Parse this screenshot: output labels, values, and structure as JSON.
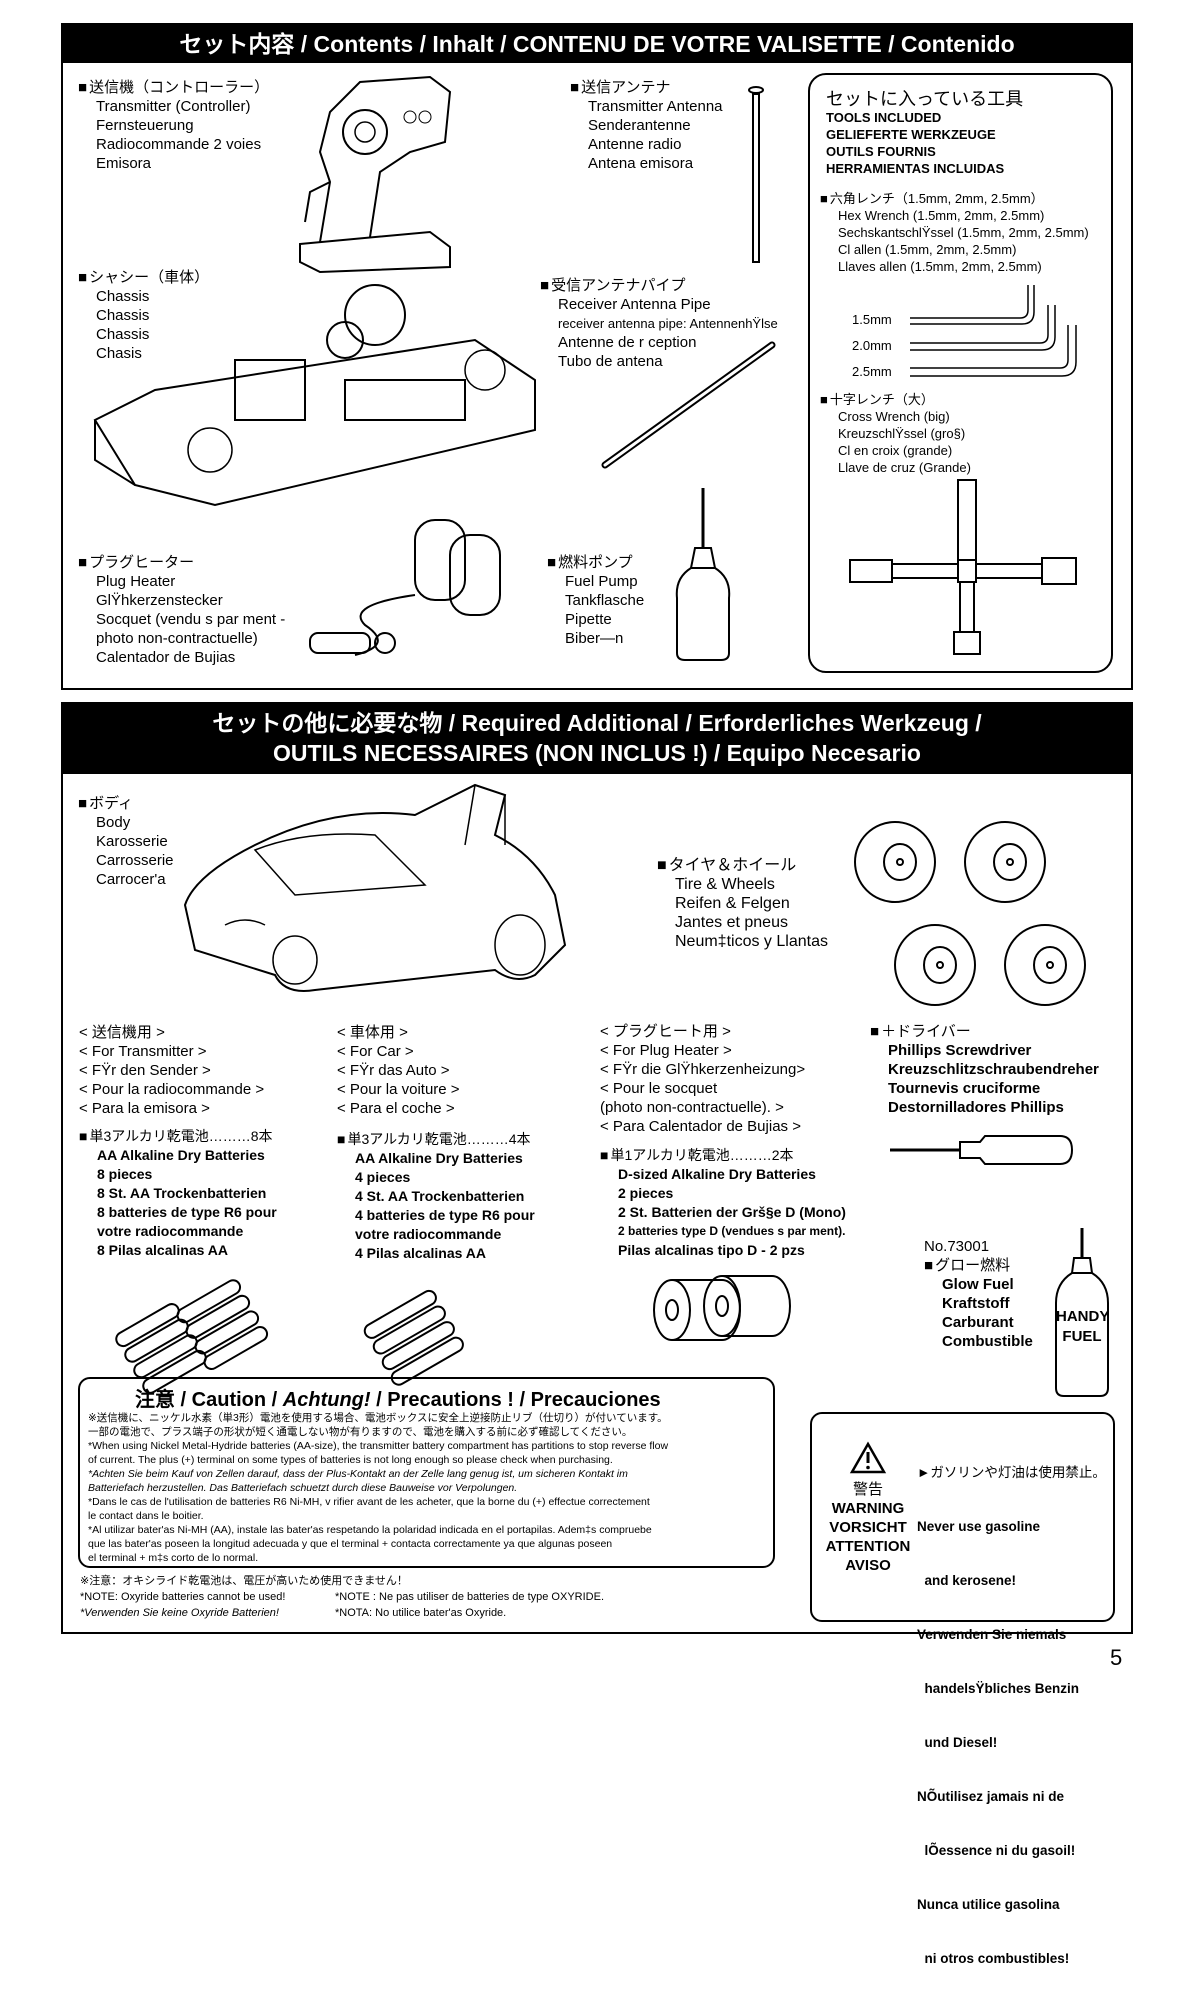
{
  "contents": {
    "title": "セット内容 / Contents / Inhalt  / CONTENU DE VOTRE VALISETTE / Contenido",
    "transmitter": {
      "head": "送信機（コントローラー）",
      "lines": [
        "Transmitter (Controller)",
        "Fernsteuerung",
        "Radiocommande 2 voies",
        "Emisora"
      ]
    },
    "antenna": {
      "head": "送信アンテナ",
      "lines": [
        "Transmitter Antenna",
        "Senderantenne",
        "Antenne radio",
        "Antena emisora"
      ]
    },
    "chassis": {
      "head": "シャシー（車体）",
      "lines": [
        "Chassis",
        "Chassis",
        "Chassis",
        "Chasis"
      ]
    },
    "pipe": {
      "head": "受信アンテナパイプ",
      "lines": [
        "Receiver Antenna Pipe",
        "receiver antenna pipe: AntennenhŸlse",
        "Antenne de r ception",
        "Tubo de antena"
      ]
    },
    "heater": {
      "head": "プラグヒーター",
      "lines": [
        "Plug Heater",
        "GlŸhkerzenstecker",
        "Socquet (vendu s par ment -",
        "   photo non-contractuelle)",
        "Calentador de Bujias"
      ]
    },
    "pump": {
      "head": "燃料ポンプ",
      "lines": [
        "Fuel Pump",
        "Tankflasche",
        "Pipette",
        "Biber—n"
      ]
    },
    "tools": {
      "jp": "セットに入っている工具",
      "lines": [
        "TOOLS INCLUDED",
        "GELIEFERTE WERKZEUGE",
        "OUTILS FOURNIS",
        "HERRAMIENTAS INCLUIDAS"
      ],
      "hex": {
        "head": "六角レンチ（1.5mm, 2mm, 2.5mm）",
        "lines": [
          "Hex Wrench (1.5mm, 2mm, 2.5mm)",
          "SechskantschlŸssel (1.5mm, 2mm, 2.5mm)",
          "Cl  allen (1.5mm, 2mm, 2.5mm)",
          "Llaves allen (1.5mm, 2mm, 2.5mm)"
        ]
      },
      "sizes": [
        "1.5mm",
        "2.0mm",
        "2.5mm"
      ],
      "cross": {
        "head": "十字レンチ（大）",
        "lines": [
          "Cross Wrench (big)",
          "KreuzschlŸssel (gro§)",
          "Cl  en croix (grande)",
          "Llave de cruz (Grande)"
        ]
      }
    }
  },
  "required": {
    "title1": "セットの他に必要な物 / Required Additional / Erforderliches Werkzeug /",
    "title2": "OUTILS NECESSAIRES (NON INCLUS !) / Equipo Necesario",
    "body": {
      "head": "ボディ",
      "lines": [
        "Body",
        "Karosserie",
        "Carrosserie",
        "Carrocer'a"
      ]
    },
    "tires": {
      "head": "タイヤ＆ホイール",
      "lines": [
        "Tire & Wheels",
        "Reifen & Felgen",
        "Jantes et pneus",
        "Neum‡ticos y Llantas"
      ]
    },
    "col1": {
      "lines": [
        "< 送信機用 >",
        "< For Transmitter >",
        "< FŸr den Sender >",
        "< Pour la radiocommande >",
        "< Para la emisora >"
      ],
      "batt_head": "単3アルカリ乾電池………8本",
      "batt": [
        "AA Alkaline Dry Batteries",
        "  8 pieces",
        "8 St. AA Trockenbatterien",
        "8 batteries de type R6 pour",
        "  votre radiocommande",
        "8 Pilas alcalinas AA"
      ]
    },
    "col2": {
      "lines": [
        "< 車体用 >",
        "< For Car  >",
        "< FŸr das Auto  >",
        "< Pour la voiture  >",
        "< Para el coche  >"
      ],
      "batt_head": "単3アルカリ乾電池………4本",
      "batt": [
        "AA Alkaline Dry Batteries",
        "  4 pieces",
        "4 St. AA Trockenbatterien",
        "4 batteries de type R6 pour",
        "  votre radiocommande",
        "4 Pilas alcalinas AA"
      ]
    },
    "col3": {
      "lines": [
        "< プラグヒート用 >",
        "< For Plug Heater  >",
        "< FŸr die GlŸhkerzenheizung>",
        "< Pour le socquet",
        "    (photo non-contractuelle). >",
        "< Para Calentador de Bujias  >"
      ],
      "batt_head": "単1アルカリ乾電池………2本",
      "batt": [
        "D-sized Alkaline Dry Batteries",
        "  2 pieces",
        "2 St. Batterien der Grš§e D (Mono)",
        "2 batteries type D (vendues s par ment).",
        "Pilas alcalinas tipo D - 2 pzs"
      ]
    },
    "driver": {
      "head": "＋ドライバー",
      "lines": [
        "Phillips Screwdriver",
        "Kreuzschlitzschraubendreher",
        "Tournevis cruciforme",
        "Destornilladores Phillips"
      ]
    },
    "fuel": {
      "no": "No.73001",
      "head": "グロー燃料",
      "lines": [
        "Glow Fuel",
        "Kraftstoff",
        "Carburant",
        "Combustible"
      ],
      "label1": "HANDY",
      "label2": "FUEL"
    }
  },
  "caution": {
    "title_a": "注意 / Caution / ",
    "title_b": "Achtung!",
    "title_c": " / Precautions ! / Precauciones",
    "lines": [
      "※送信機に、ニッケル水素（単3形）電池を使用する場合、電池ボックスに安全上逆接防止リブ（仕切り）が付いています。",
      "   一部の電池で、プラス端子の形状が短く通電しない物が有りますので、電池を購入する前に必ず確認してください。",
      "*When using Nickel Metal-Hydride batteries (AA-size), the transmitter battery compartment has partitions to stop reverse flow",
      "  of current. The plus (+) terminal on some types of batteries is not long enough so please check when purchasing.",
      "*Achten Sie beim Kauf von Zellen darauf, dass der Plus-Kontakt an der Zelle lang genug ist, um sicheren Kontakt im",
      "  Batteriefach herzustellen. Das Batteriefach schuetzt durch diese Bauweise vor Verpolungen.",
      "*Dans le cas de l'utilisation de batteries R6 Ni-MH, v rifier avant de les acheter, que la borne du (+) effectue correctement",
      "  le contact dans le boitier.",
      "*Al utilizar bater'as Ni-MH (AA), instale las bater'as respetando la polaridad indicada en el portapilas. Adem‡s compruebe",
      "  que las bater'as poseen la longitud adecuada y que el terminal + contacta correctamente ya que algunas poseen",
      "  el terminal + m‡s corto de lo normal."
    ],
    "note_jp": "※注意：オキシライド乾電池は、電圧が高いため使用できません！",
    "note_en": "*NOTE: Oxyride batteries cannot be used!",
    "note_fr": "*NOTE : Ne pas utiliser de batteries de type OXYRIDE.",
    "note_de": "*Verwenden Sie keine Oxyride Batterien!",
    "note_es": "*NOTA: No utilice bater'as Oxyride."
  },
  "warning": {
    "jp_label": "警告",
    "labels": [
      "WARNING",
      "VORSICHT",
      "ATTENTION",
      "AVISO"
    ],
    "jp_text": "►ガソリンや灯油は使用禁止。",
    "lines": [
      "Never use gasoline",
      "  and kerosene!",
      "Verwenden Sie niemals",
      "  handelsŸbliches Benzin",
      "  und Diesel!",
      "NÕutilisez jamais ni de",
      "  lÕessence ni du gasoil!",
      "Nunca utilice gasolina",
      "  ni otros combustibles!"
    ]
  },
  "page_number": "5"
}
